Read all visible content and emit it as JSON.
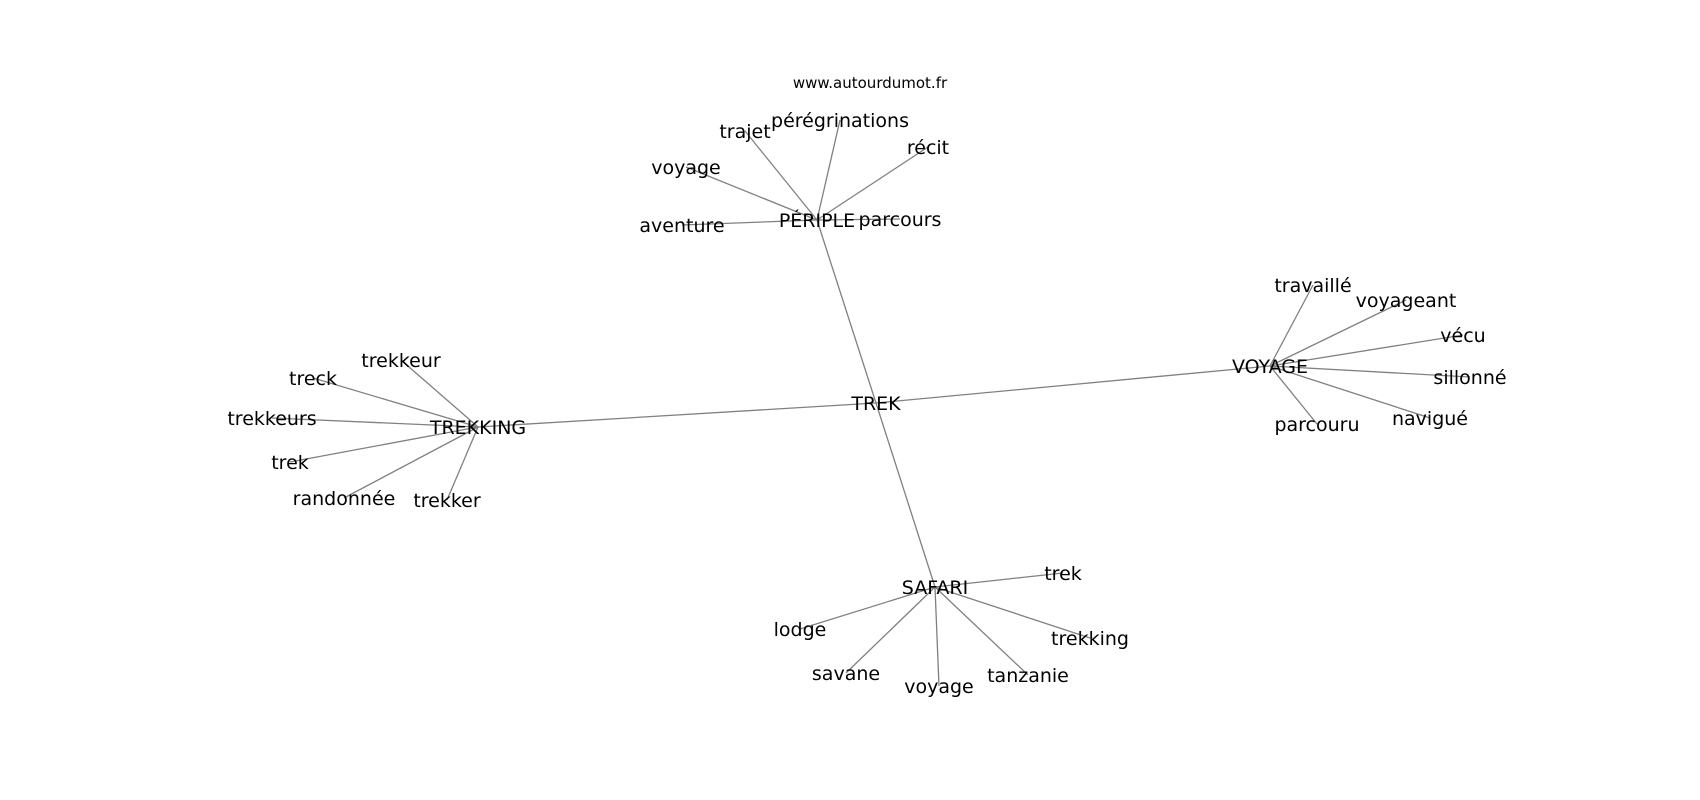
{
  "source_label": "www.autourdumot.fr",
  "graph": {
    "center": "TREK",
    "clusters": [
      {
        "hub": "PÉRIPLE",
        "words": [
          "voyage",
          "trajet",
          "pérégrinations",
          "récit",
          "parcours",
          "aventure"
        ]
      },
      {
        "hub": "VOYAGE",
        "words": [
          "travaillé",
          "voyageant",
          "vécu",
          "sillonné",
          "navigué",
          "parcouru"
        ]
      },
      {
        "hub": "TREKKING",
        "words": [
          "trekkeur",
          "treck",
          "trekkeurs",
          "trek",
          "randonnée",
          "trekker"
        ]
      },
      {
        "hub": "SAFARI",
        "words": [
          "trek",
          "trekking",
          "tanzanie",
          "voyage",
          "savane",
          "lodge"
        ]
      }
    ]
  }
}
